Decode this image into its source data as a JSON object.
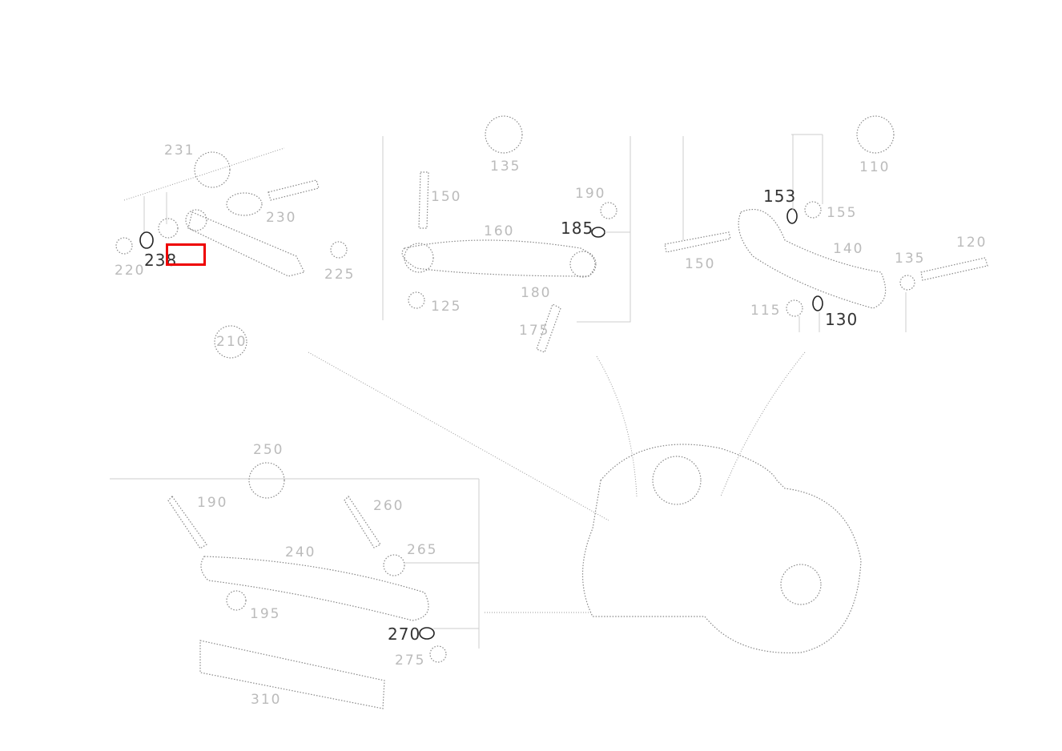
{
  "highlight_color": "#ee0000",
  "groups": {
    "upper_left": {
      "labels": [
        "231",
        "230",
        "238",
        "220",
        "225",
        "210"
      ]
    },
    "upper_middle": {
      "labels": [
        "135",
        "150",
        "190",
        "160",
        "185",
        "180",
        "125",
        "175"
      ]
    },
    "upper_right": {
      "labels": [
        "110",
        "153",
        "155",
        "150",
        "140",
        "135",
        "120",
        "115",
        "130"
      ]
    },
    "lower_left": {
      "labels": [
        "250",
        "190",
        "260",
        "240",
        "265",
        "195",
        "270",
        "275",
        "310"
      ]
    }
  }
}
